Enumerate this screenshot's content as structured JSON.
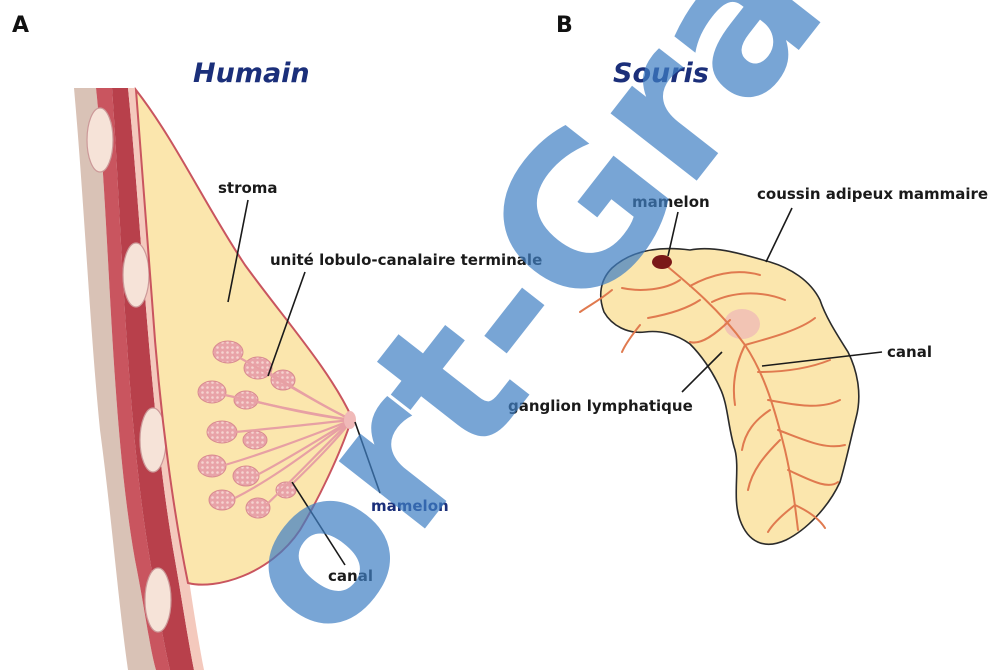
{
  "panels": {
    "a": {
      "letter": "A",
      "title": "Humain",
      "labels": {
        "stroma": "stroma",
        "tdlu": "unité lobulo-canalaire terminale",
        "nipple": "mamelon",
        "duct": "canal"
      }
    },
    "b": {
      "letter": "B",
      "title": "Souris",
      "labels": {
        "nipple": "mamelon",
        "fat_pad": "coussin adipeux mammaire",
        "duct": "canal",
        "lymph_node": "ganglion lymphatique"
      }
    }
  },
  "watermark": "ort-Gra",
  "colors": {
    "title": "#1b2f7a",
    "watermark": "#3f7fc4",
    "tissue": "#fbe6ad",
    "muscle": "#c9555f",
    "duct": "#e07a4f",
    "nipple_dark": "#7a1818"
  }
}
